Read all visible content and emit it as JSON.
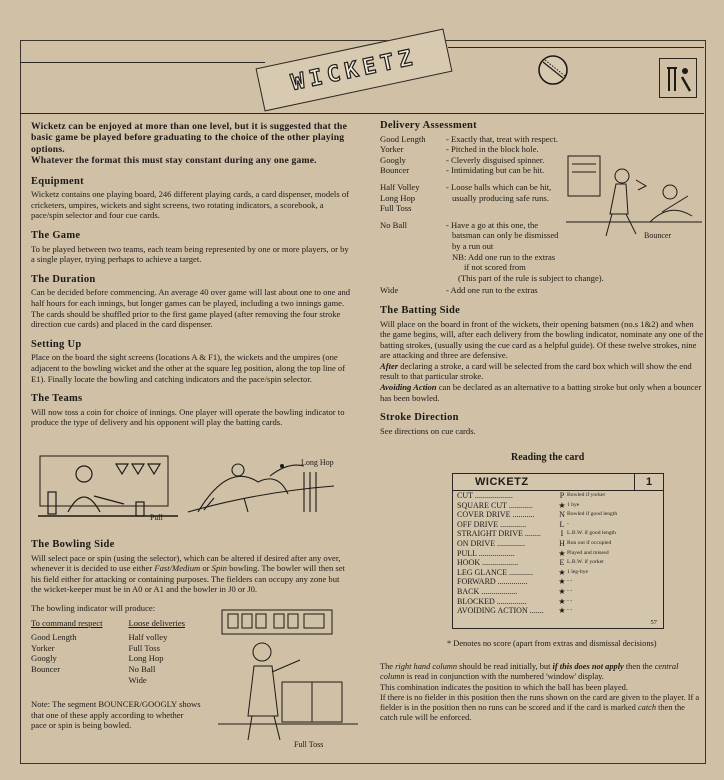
{
  "header": {
    "title": "WICKETZ"
  },
  "intro": [
    "Wicketz can be enjoyed at more than one level, but it is suggested that the basic game be played before graduating to the choice of the other playing options.",
    "Whatever the format this must stay constant during any one game."
  ],
  "sections": {
    "equipment": {
      "heading": "Equipment",
      "text": "Wicketz contains one playing board, 246 different playing cards, a card dispenser, models of cricketers, umpires, wickets and sight screens, two rotating indicators, a scorebook, a pace/spin selector and four cue cards."
    },
    "game": {
      "heading": "The Game",
      "text": "To be played between two teams, each team being represented by one or more players, or by a single player, trying perhaps to achieve a target."
    },
    "duration": {
      "heading": "The Duration",
      "text": "Can be decided before commencing. An average 40 over game will last about one to one and half hours for each innings, but longer games can be played, including a two innings game. The cards should be shuffled prior to the first game played (after removing the four stroke direction cue cards) and placed in the card dispenser."
    },
    "setting_up": {
      "heading": "Setting Up",
      "text": "Place on the board the sight screens (locations A & F1), the wickets and the umpires (one adjacent to the bowling wicket and the other at the square leg position, along the top line of E1). Finally locate the bowling and catching indicators and the pace/spin selector."
    },
    "teams": {
      "heading": "The Teams",
      "text": "Will now toss a coin for choice of innings. One player will operate the bowling indicator to produce the type of delivery and his opponent will play the batting cards."
    },
    "bowling_side": {
      "heading": "The Bowling Side",
      "text_a": "Will select pace or spin (using the selector), which can be altered if desired after any over, whenever it is decided to use either ",
      "fm": "Fast/Medium",
      "or": " or ",
      "spin": "Spin",
      "text_b": " bowling. The bowler will then set his field either for attacking or containing purposes. The fielders can occupy any zone but the wicket-keeper must be in A0 or A1 and the bowler in J0 or J0."
    },
    "indicator_intro": "The bowling indicator will produce:",
    "command_respect": {
      "heading": "To command respect",
      "items": [
        "Good Length",
        "Yorker",
        "Googly",
        "Bouncer"
      ]
    },
    "loose_deliveries": {
      "heading": "Loose deliveries",
      "items": [
        "Half volley",
        "Full Toss",
        "Long Hop",
        "No Ball",
        "Wide"
      ]
    },
    "note": "Note: The segment BOUNCER/GOOGLY shows that one of these apply according to whether pace or spin is being bowled."
  },
  "delivery": {
    "heading": "Delivery Assessment",
    "groups": [
      {
        "keys": [
          "Good Length",
          "Yorker",
          "Googly",
          "Bouncer"
        ],
        "vals": [
          "- Exactly that, treat with respect.",
          "- Pitched in the block hole.",
          "- Cleverly disguised spinner.",
          "- Intimidating but can be hit."
        ]
      },
      {
        "keys": [
          "Half Volley",
          "Long Hop",
          "Full Toss"
        ],
        "vals": [
          "- Loose balls which can be hit,",
          "usually producing safe runs."
        ]
      },
      {
        "keys": [
          "No Ball"
        ],
        "vals": [
          "- Have a go at this one, the",
          "batsman can only be dismissed",
          "by a run out",
          "NB: Add one run to the extras",
          "if not scored from",
          "(This part of the rule is subject to change)."
        ]
      },
      {
        "keys": [
          "Wide"
        ],
        "vals": [
          "- Add one run to the extras"
        ]
      }
    ]
  },
  "batting": {
    "heading": "The Batting Side",
    "text": "Will place on the board in front of the wickets, their opening batsmen (no.s 1&2) and when the game begins, will, after each delivery from the bowling indicator, nominate any one of the batting strokes, (usually using the cue card as a helpful guide). Of these twelve strokes, nine are attacking and three are defensive.",
    "after_label": "After",
    "after_text": " declaring a stroke, a card will be selected from the card box which will show the end result to that particular stroke.",
    "avoid_label": "Avoiding Action",
    "avoid_text": " can be declared as an alternative to a batting stroke but only when a bouncer has been bowled."
  },
  "stroke_direction": {
    "heading": "Stroke Direction",
    "text": "See directions on cue cards."
  },
  "reading": {
    "heading": "Reading the card"
  },
  "card": {
    "title": "WICKETZ",
    "number": "1",
    "rows": [
      {
        "s": "CUT",
        "m": "P",
        "r": "Bowled if yorker"
      },
      {
        "s": "SQUARE CUT",
        "m": "★",
        "r": "1 bye"
      },
      {
        "s": "COVER DRIVE",
        "m": "N",
        "r": "Bowled if good length"
      },
      {
        "s": "OFF DRIVE",
        "m": "L",
        "r": "-"
      },
      {
        "s": "STRAIGHT DRIVE",
        "m": "I",
        "r": "L.B.W. if good length"
      },
      {
        "s": "ON DRIVE",
        "m": "H",
        "r": "Run out if occupied"
      },
      {
        "s": "PULL",
        "m": "★",
        "r": "Played and missed"
      },
      {
        "s": "HOOK",
        "m": "E",
        "r": "L.B.W. if yorker"
      },
      {
        "s": "LEG GLANCE",
        "m": "★",
        "r": "1 leg-bye"
      },
      {
        "s": "FORWARD",
        "m": "★",
        "r": "- -"
      },
      {
        "s": "BACK",
        "m": "★",
        "r": "- -"
      },
      {
        "s": "BLOCKED",
        "m": "★",
        "r": "- -"
      },
      {
        "s": "AVOIDING ACTION",
        "m": "★",
        "r": "- -"
      }
    ],
    "footer": "57"
  },
  "denotes": "* Denotes no score (apart from extras and dismissal decisions)",
  "reading_text": {
    "a1": "The ",
    "right": "right hand column",
    "a2": " should be read initially, but ",
    "bold": "if this does not apply",
    "a3": " then the ",
    "central": "central column",
    "a4": " is read in conjunction with the numbered 'window' display.",
    "b": "This combination indicates the position to which the ball has been played.",
    "c": "If there is no fielder in this position then the runs shown on the card are given to the player. If a fielder is in the position then no runs can be scored and if the card is marked ",
    "catch": "catch",
    "d": " then the catch rule will be enforced."
  },
  "captions": {
    "pull": "Pull",
    "long_hop": "Long Hop",
    "bouncer": "Bouncer",
    "full_toss": "Full Toss"
  }
}
